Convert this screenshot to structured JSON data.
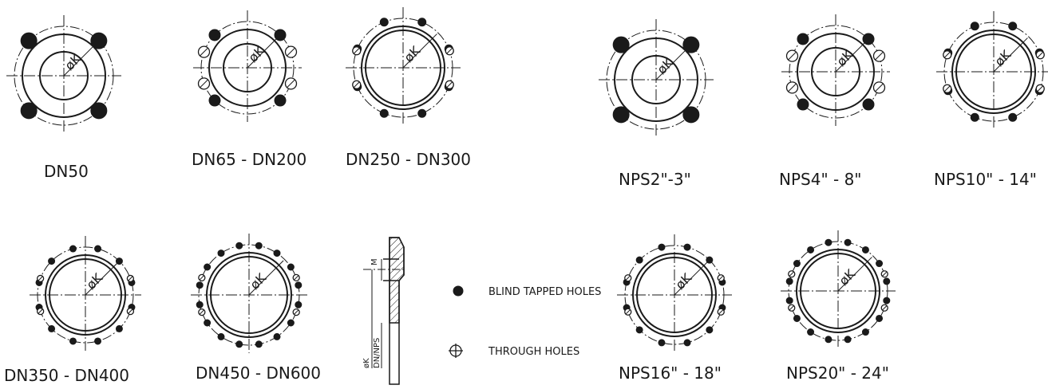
{
  "dimension_label": "øK",
  "flanges": [
    {
      "label": "DN50",
      "tapped": 4,
      "through": 0
    },
    {
      "label": "DN65 - DN200",
      "tapped": 4,
      "through": 4
    },
    {
      "label": "DN250 - DN300",
      "tapped": 8,
      "through": 4
    },
    {
      "label": "NPS2\"-3\"",
      "tapped": 4,
      "through": 0
    },
    {
      "label": "NPS4\" - 8\"",
      "tapped": 4,
      "through": 4
    },
    {
      "label": "NPS10\" - 14\"",
      "tapped": 8,
      "through": 4
    },
    {
      "label": "DN350 - DN400",
      "tapped": 12,
      "through": 4
    },
    {
      "label": "DN450 - DN600",
      "tapped": 16,
      "through": 4
    },
    {
      "label": "NPS16\" - 18\"",
      "tapped": 12,
      "through": 4
    },
    {
      "label": "NPS20\" - 24\"",
      "tapped": 16,
      "through": 4
    }
  ],
  "section_view": {
    "label_m": "M",
    "label_k": "øK",
    "label_dn": "DN/NPS"
  },
  "legend": {
    "blind_tapped": "BLIND TAPPED HOLES",
    "through": "THROUGH HOLES"
  }
}
